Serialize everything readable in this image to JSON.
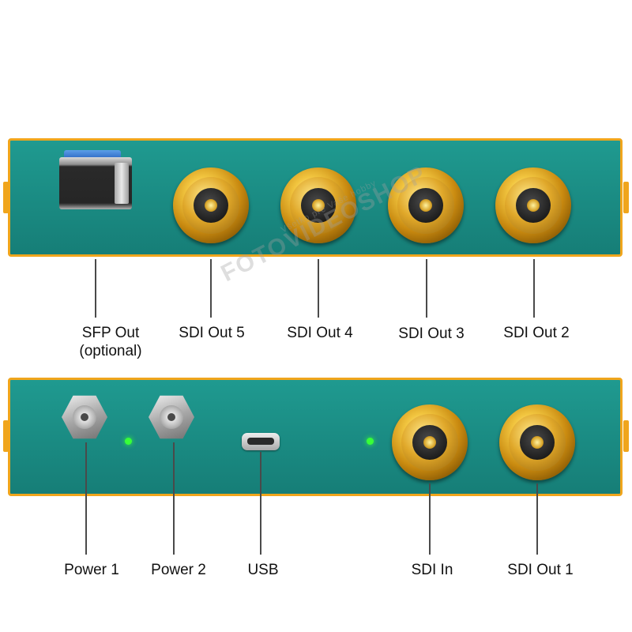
{
  "labels": {
    "sfp_out": "SFP Out",
    "sfp_optional": "(optional)",
    "sdi_out_5": "SDI Out 5",
    "sdi_out_4": "SDI Out 4",
    "sdi_out_3": "SDI Out 3",
    "sdi_out_2": "SDI Out 2",
    "power_1": "Power 1",
    "power_2": "Power 2",
    "usb": "USB",
    "sdi_in": "SDI In",
    "sdi_out_1": "SDI Out 1"
  },
  "watermark": {
    "brand": "FOTOVIDEOSHOP",
    "tagline": "Všetko pre Vaše hobby"
  },
  "colors": {
    "panel_teal": "#1a8c84",
    "frame_orange": "#f0a51c",
    "connector_gold": "#d4a020",
    "led_green": "#38ff38"
  },
  "icons": [
    "sfp-module-icon",
    "bnc-connector-icon",
    "dc-power-connector-icon",
    "usb-port-icon",
    "led-indicator-icon"
  ]
}
